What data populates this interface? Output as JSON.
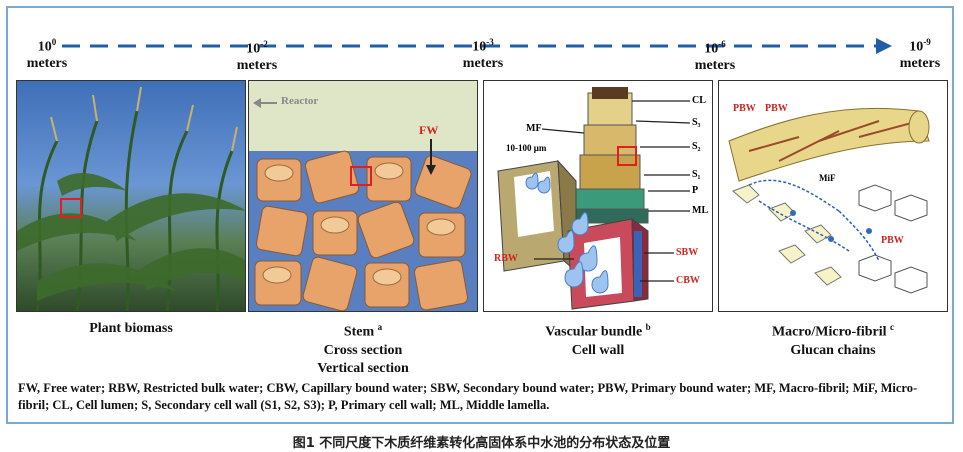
{
  "scale": {
    "labels": [
      {
        "base": "10",
        "exp": "0",
        "unit": "meters"
      },
      {
        "base": "10",
        "exp": "-2",
        "unit": "meters"
      },
      {
        "base": "10",
        "exp": "-3",
        "unit": "meters"
      },
      {
        "base": "10",
        "exp": "-6",
        "unit": "meters"
      },
      {
        "base": "10",
        "exp": "-9",
        "unit": "meters"
      }
    ]
  },
  "panels": {
    "plant": {
      "caption": "Plant biomass"
    },
    "stem": {
      "caption_main": "Stem",
      "caption_sup": "a",
      "line2": "Cross section",
      "line3": "Vertical section",
      "reactor": "Reactor",
      "fw": "FW"
    },
    "vascular": {
      "caption_main": "Vascular bundle",
      "caption_sup": "b",
      "line2": "Cell wall",
      "labels": {
        "cl": "CL",
        "mf": "MF",
        "s3": "S₃",
        "s2": "S₂",
        "s1": "S₁",
        "p": "P",
        "ml": "ML",
        "size": "10-100 μm",
        "rbw": "RBW",
        "sbw": "SBW",
        "cbw": "CBW"
      }
    },
    "fibril": {
      "caption_main": "Macro/Micro-fibril",
      "caption_sup": "c",
      "line2": "Glucan chains",
      "labels": {
        "pbw1": "PBW",
        "pbw2": "PBW",
        "pbw3": "PBW",
        "mif": "MiF"
      }
    }
  },
  "legend": "FW, Free water; RBW, Restricted bulk water; CBW, Capillary bound water; SBW, Secondary bound water; PBW, Primary bound water; MF, Macro-fibril; MiF, Micro-fibril; CL, Cell lumen; S, Secondary cell wall (S1, S2, S3); P, Primary cell wall; ML, Middle lamella.",
  "figure_title": "图1 不同尺度下木质纤维素转化高固体系中水池的分布状态及位置",
  "colors": {
    "arrow": "#1f5fa8",
    "frame": "#7aa9d6",
    "red_label": "#d2231e"
  }
}
